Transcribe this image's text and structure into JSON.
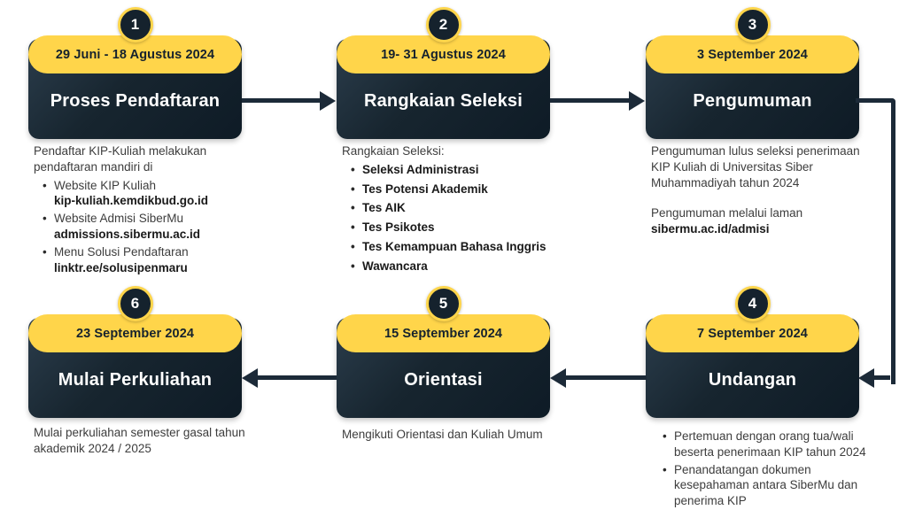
{
  "colors": {
    "accent_yellow": "#FFD54A",
    "dark_navy": "#17252F",
    "arrow": "#1C2A38",
    "body_text": "#3D3D3D"
  },
  "steps": [
    {
      "number": "1",
      "date": "29 Juni - 18 Agustus 2024",
      "title": "Proses Pendaftaran",
      "intro": "Pendaftar KIP-Kuliah melakukan pendaftaran mandiri di",
      "bullets": [
        {
          "label": "Website KIP Kuliah",
          "link": "kip-kuliah.kemdikbud.go.id"
        },
        {
          "label": "Website Admisi SiberMu",
          "link": "admissions.sibermu.ac.id"
        },
        {
          "label": "Menu Solusi Pendaftaran",
          "link": "linktr.ee/solusipenmaru"
        }
      ]
    },
    {
      "number": "2",
      "date": "19- 31 Agustus 2024",
      "title": "Rangkaian Seleksi",
      "intro": "Rangkaian Seleksi:",
      "bullets": [
        "Seleksi Administrasi",
        "Tes Potensi Akademik",
        "Tes AIK",
        "Tes Psikotes",
        "Tes Kemampuan Bahasa Inggris",
        "Wawancara"
      ]
    },
    {
      "number": "3",
      "date": "3 September 2024",
      "title": "Pengumuman",
      "paragraph1": "Pengumuman lulus seleksi penerimaan KIP Kuliah di Universitas Siber Muhammadiyah tahun 2024",
      "paragraph2": "Pengumuman melalui laman",
      "link": "sibermu.ac.id/admisi"
    },
    {
      "number": "4",
      "date": "7 September 2024",
      "title": "Undangan",
      "bullets": [
        "Pertemuan dengan orang tua/wali beserta penerimaan KIP tahun 2024",
        "Penandatangan dokumen kesepahaman antara SiberMu dan penerima KIP"
      ]
    },
    {
      "number": "5",
      "date": "15 September 2024",
      "title": "Orientasi",
      "paragraph": "Mengikuti Orientasi dan Kuliah Umum"
    },
    {
      "number": "6",
      "date": "23 September 2024",
      "title": "Mulai Perkuliahan",
      "paragraph": "Mulai perkuliahan semester gasal tahun akademik 2024 / 2025"
    }
  ]
}
